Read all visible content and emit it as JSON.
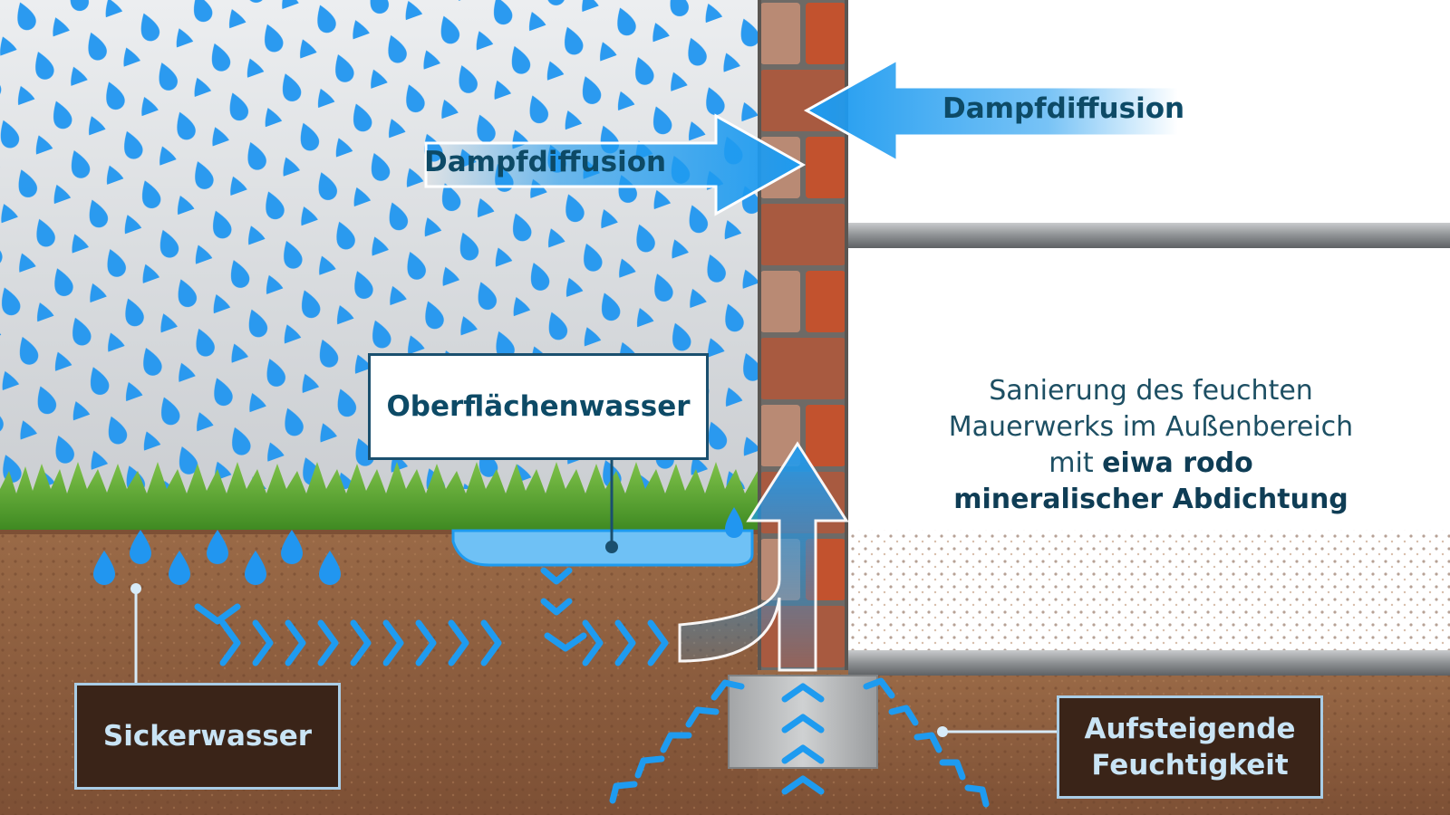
{
  "labels": {
    "vapor_left": "Dampfdiffusion",
    "vapor_right": "Dampfdiffusion",
    "surface_water": "Oberflächenwasser",
    "seepage_water": "Sickerwasser",
    "rising_damp_line1": "Aufsteigende",
    "rising_damp_line2": "Feuchtigkeit"
  },
  "info_text": {
    "line1": "Sanierung des feuchten",
    "line2": "Mauerwerks im Außenbereich",
    "line3_prefix": "mit ",
    "line3_bold": "eiwa rodo",
    "line4": "mineralischer Abdichtung"
  },
  "colors": {
    "water": "#1e9bf0",
    "soil": "#8a5a3b",
    "brick": "#b8583a",
    "label_dark": "#0d4a66",
    "box_dark_bg": "#3a2418"
  }
}
